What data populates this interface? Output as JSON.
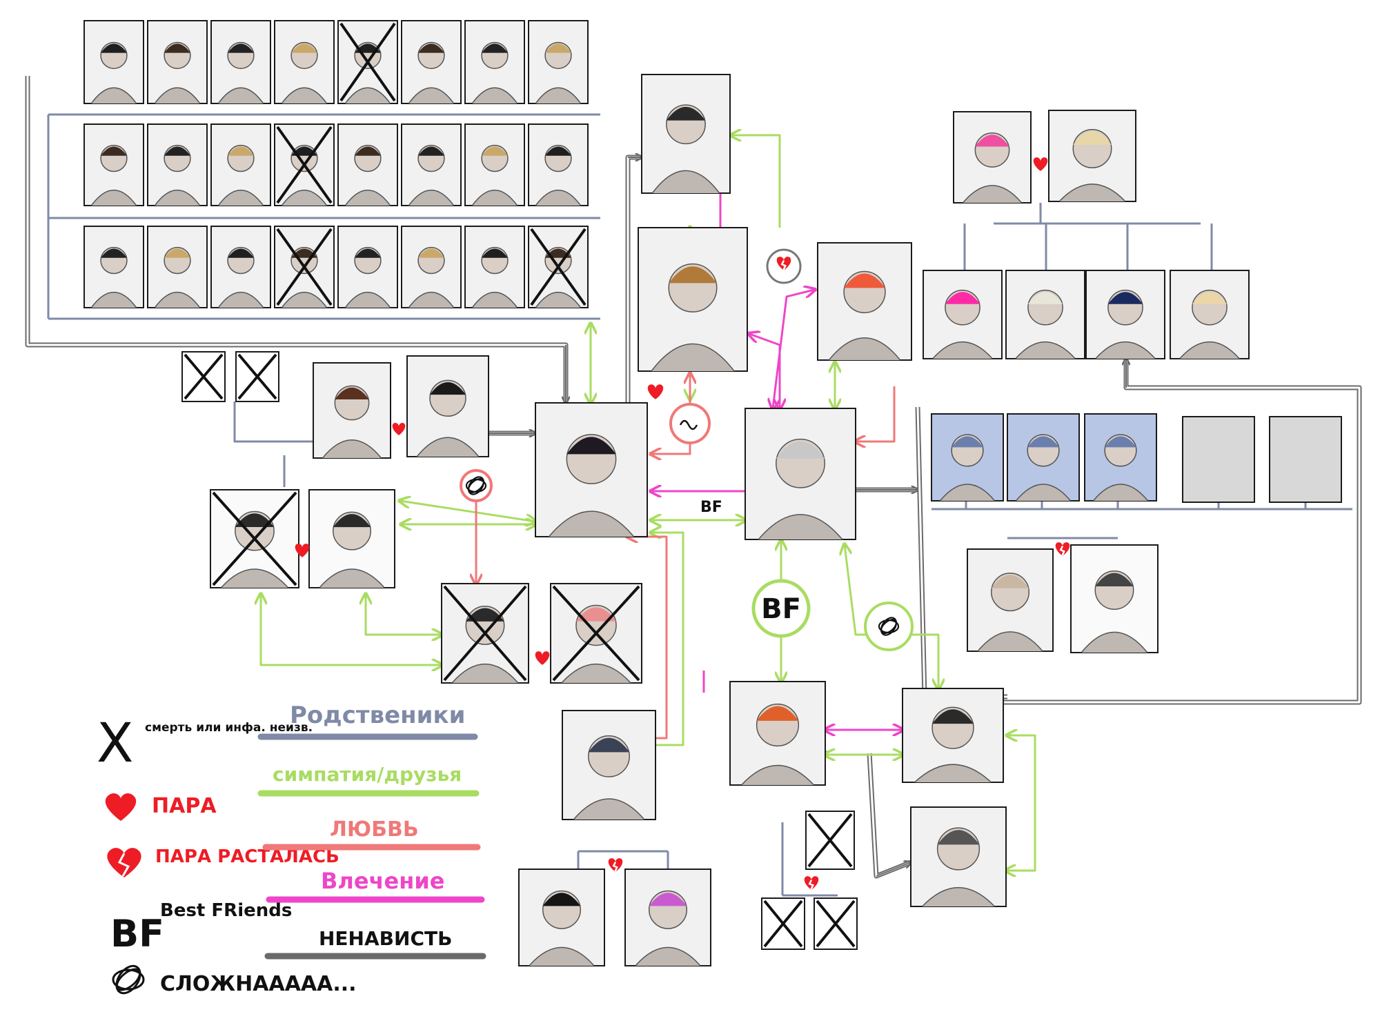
{
  "colors": {
    "relatives": "#7f8aa6",
    "sympathy": "#a9dc62",
    "love": "#f07878",
    "attraction": "#ee46c8",
    "hate": "#6a6a6a",
    "heart": "#ee1c25",
    "text_dark": "#111111",
    "frame_fill": "#f1f1f1",
    "frame_stroke": "#1a1a1a"
  },
  "node_labels": {
    "bf_top": "BF",
    "bf_circle": "BF"
  },
  "legend": {
    "death_symbol": "X",
    "death_label": "смерть или инфа. неизв.",
    "couple_label": "ПАРА",
    "breakup_label": "ПАРА РАСТАЛАСЬ",
    "bf_symbol": "BF",
    "bf_label": "Best FRiends",
    "complicated_label": "СЛОЖНААААА...",
    "relatives_label": "Родственики",
    "sympathy_label": "симпатия/друзья",
    "love_label": "ЛЮБВЬ",
    "attraction_label": "Влечение",
    "hate_label": "НЕНАВИСТЬ"
  }
}
